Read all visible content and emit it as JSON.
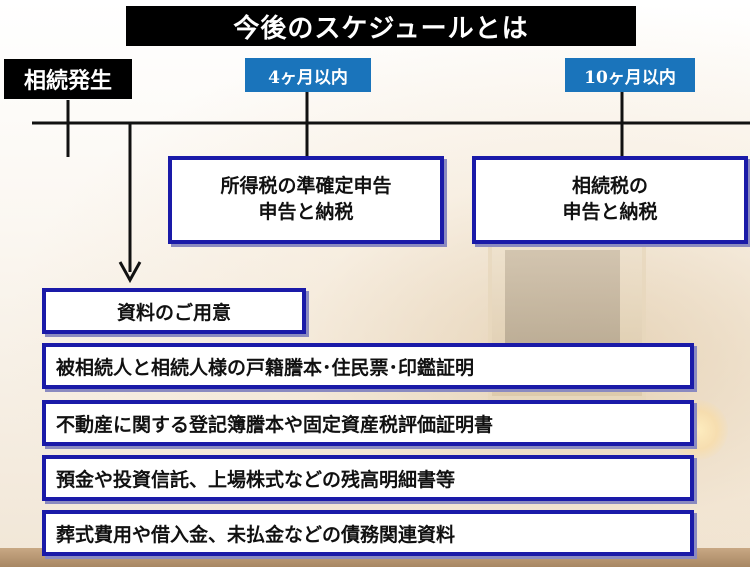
{
  "title": "今後のスケジュールとは",
  "timeline": {
    "start_label": "相続発生",
    "milestones": [
      "4ヶ月以内",
      "10ヶ月以内"
    ]
  },
  "tasks": [
    {
      "line1": "所得税の準確定申告",
      "line2": "申告と納税"
    },
    {
      "line1": "相続税の",
      "line2": "申告と納税"
    }
  ],
  "preparation": {
    "title": "資料のご用意",
    "items": [
      "被相続人と相続人様の戸籍謄本･住民票･印鑑証明",
      "不動産に関する登記簿謄本や固定資産税評価証明書",
      "預金や投資信託、上場株式などの残高明細書等",
      "葬式費用や借入金、未払金などの債務関連資料"
    ]
  },
  "colors": {
    "milestone_bg": "#1a74bb",
    "box_border": "#1a1aa8",
    "label_bg": "#000000"
  }
}
